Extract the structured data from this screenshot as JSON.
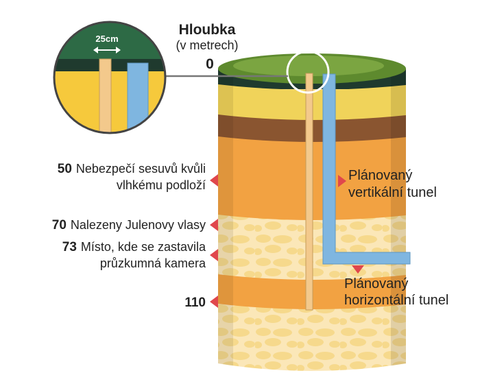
{
  "header": {
    "title": "Hloubka",
    "subtitle": "(v metrech)",
    "zero": "0"
  },
  "inset": {
    "width_label": "25cm"
  },
  "markers": [
    {
      "depth": "50",
      "line1": "Nebezpečí sesuvů kvůli",
      "line2": "vlhkému podloží"
    },
    {
      "depth": "70",
      "line1": "Nalezeny Julenovy vlasy",
      "line2": ""
    },
    {
      "depth": "73",
      "line1": "Místo, kde se zastavila",
      "line2": "průzkumná kamera"
    },
    {
      "depth": "110",
      "line1": "",
      "line2": ""
    }
  ],
  "tunnels": {
    "vertical": {
      "line1": "Plánovaný",
      "line2": "vertikální tunel"
    },
    "horizontal": {
      "line1": "Plánovaný",
      "line2": "horizontální tunel"
    }
  },
  "colors": {
    "grass": "#6f9a3a",
    "topsoil_dark": "#1f3a2e",
    "yellow_layer": "#f0d35a",
    "brown_layer": "#8a5530",
    "orange_layer": "#f2a242",
    "pale_layer": "#fbe7b8",
    "marker_red": "#e0474c",
    "tunnel_blue": "#7fb6e0",
    "borehole": "#f3c98c"
  }
}
